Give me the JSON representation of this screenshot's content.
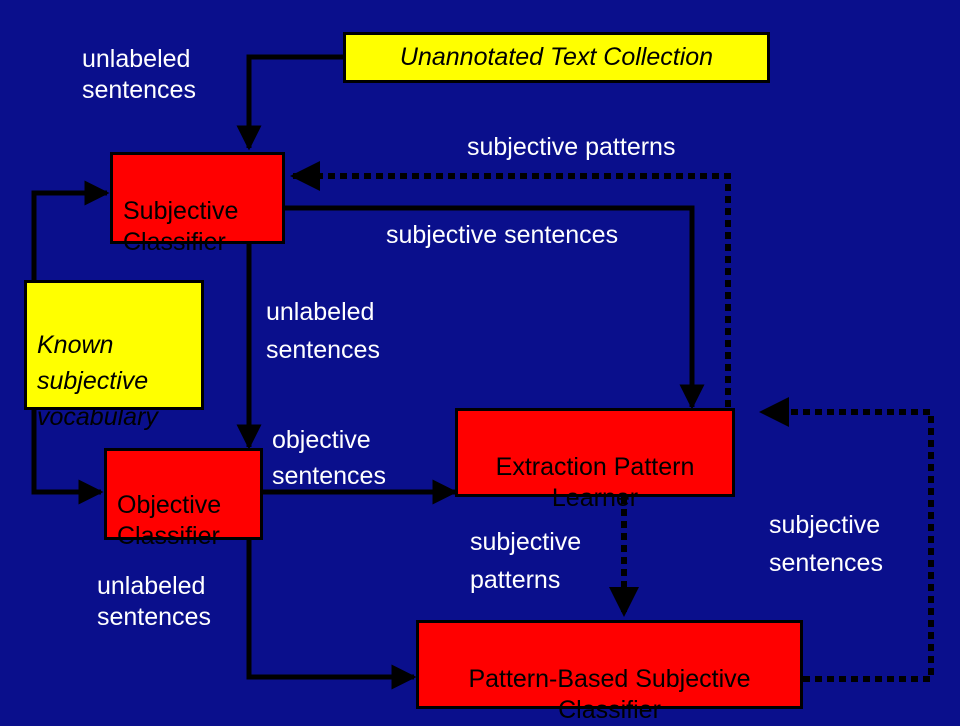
{
  "nodes": {
    "unannotated": "Unannotated Text Collection",
    "subjective_classifier": "Subjective\nClassifier",
    "known_vocab": "Known\nsubjective\nvocabulary",
    "objective_classifier": "Objective\nClassifier",
    "extraction_learner": "Extraction Pattern\nLearner",
    "pattern_based": "Pattern-Based Subjective\nClassifier"
  },
  "edges": {
    "unlabeled_top": "unlabeled\nsentences",
    "subjective_patterns_top": "subjective patterns",
    "subjective_sentences_mid": "subjective sentences",
    "unlabeled_mid": "unlabeled\nsentences",
    "objective_sentences": "objective\nsentences",
    "unlabeled_bottom": "unlabeled\nsentences",
    "subjective_patterns_bottom": "subjective\npatterns",
    "subjective_sentences_right": "subjective\nsentences"
  },
  "colors": {
    "background": "#0a0f8c",
    "process_box": "#ff0000",
    "input_box": "#ffff00",
    "label_text": "#ffffff",
    "arrow": "#000000"
  }
}
